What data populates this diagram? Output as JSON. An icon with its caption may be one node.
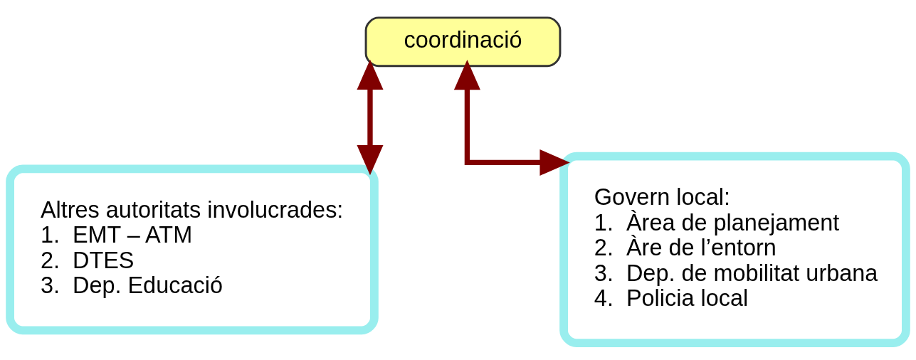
{
  "diagram": {
    "nodes": [
      {
        "text": [
          "coordinació"
        ]
      },
      {
        "text": [
          "Altres autoritats involucrades:",
          "1.  EMT – ATM",
          "2.  DTES",
          "3.  Dep. Educació"
        ]
      },
      {
        "text": [
          "Govern local:",
          "1.  Àrea de planejament",
          "2.  Àre de l’entorn",
          "3.  Dep. de mobilitat urbana",
          "4.  Policia local"
        ]
      }
    ],
    "edges": [
      {
        "from": 0,
        "to": 1,
        "arrow": "both"
      },
      {
        "from": 0,
        "to": 2,
        "arrow": "both"
      }
    ]
  }
}
